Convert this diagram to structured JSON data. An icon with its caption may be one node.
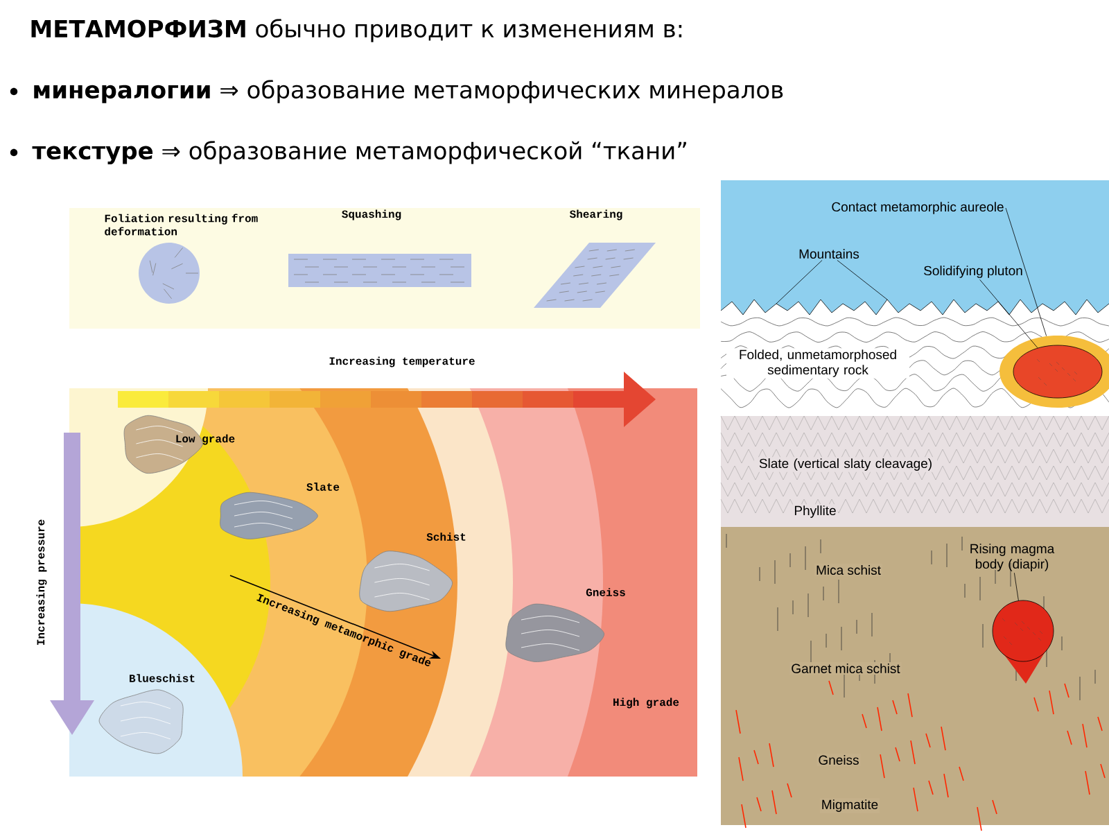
{
  "diagram": {
    "title": "**МЕТАМОРФИЗМ** обычно приводит к изменениям в:",
    "nodes": [
      {
        "text": [
          "Mountains"
        ]
      },
      {
        "text": [
          "Contact metamorphic aureole"
        ]
      },
      {
        "text": [
          "Solidifying pluton"
        ]
      },
      {
        "text": [],
        "shape": "picture"
      },
      {
        "text": [],
        "shape": "circle",
        "in": 3
      },
      {
        "text": [],
        "shape": "circle",
        "in": 4
      },
      {
        "text": [
          "Rising magma body (diapir)"
        ]
      },
      {
        "text": [],
        "shape": "drop"
      }
    ],
    "edges": [
      {
        "from": 0,
        "to": 3,
        "arrow": "none"
      },
      {
        "from": 0,
        "to": 3,
        "arrow": "none"
      },
      {
        "from": 1,
        "to": 4,
        "arrow": "none"
      },
      {
        "from": 2,
        "to": 5,
        "arrow": "none"
      },
      {
        "from": 6,
        "to": 7,
        "arrow": "none"
      }
    ],
    "labels": [
      "**минералогии** ⇒ образование метаморфических минералов",
      "**текстуре**  ⇒  образование метаморфической “ткани”",
      "Foliation resulting from deformation",
      "Squashing",
      "Shearing",
      "Increasing temperature",
      "Low grade",
      "Increasing pressure",
      "Slate",
      "Schist",
      "Increasing metamorphic grade",
      "Gneiss",
      "Blueschist",
      "High grade",
      "Folded, unmetamorphosed sedimentary rock",
      "Slate (vertical slaty cleavage)",
      "Phyllite",
      "Mica schist",
      "Garnet mica schist",
      "Gneiss",
      "Migmatite"
    ]
  }
}
